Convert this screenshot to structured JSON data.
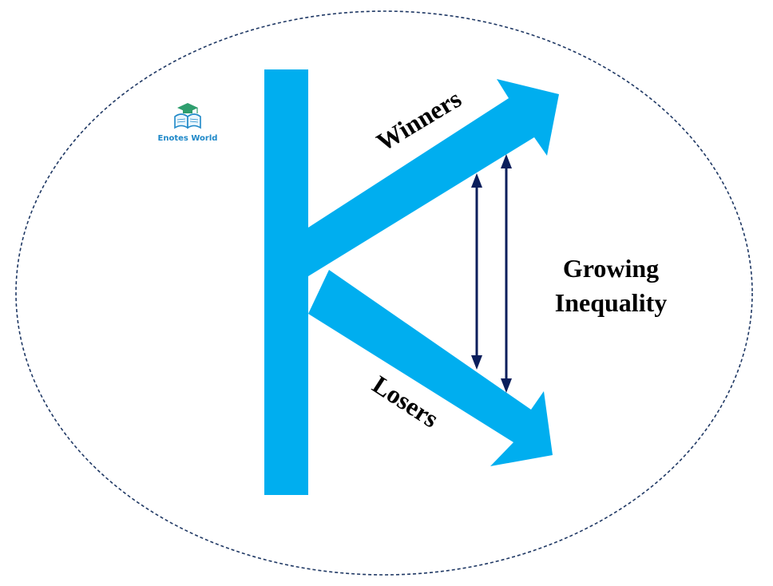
{
  "colors": {
    "k_shape": "#00AEEF",
    "arrow_dark": "#0B1F5C",
    "ellipse_border": "#1F3864",
    "logo_text": "#1E88C8",
    "logo_cap": "#2E9E6E",
    "background": "#FFFFFF"
  },
  "logo": {
    "text": "Enotes World",
    "icon": "graduation-cap-book-icon"
  },
  "labels": {
    "winners": "Winners",
    "losers": "Losers",
    "growing_line1": "Growing",
    "growing_line2": "Inequality"
  }
}
